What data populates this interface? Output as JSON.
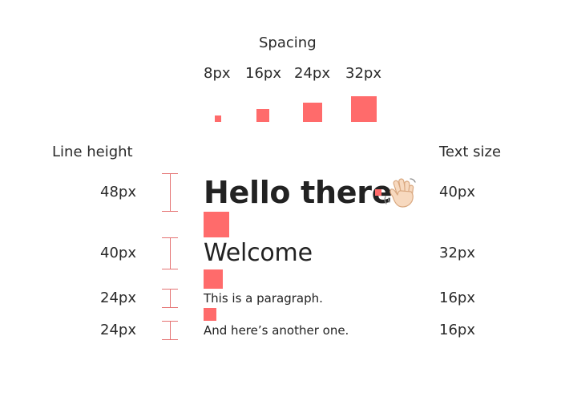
{
  "spacing": {
    "title": "Spacing",
    "sizes": [
      "8px",
      "16px",
      "24px",
      "32px"
    ]
  },
  "line_height": {
    "title": "Line height",
    "values": [
      "48px",
      "40px",
      "24px",
      "24px"
    ]
  },
  "text_size": {
    "title": "Text size",
    "values": [
      "40px",
      "32px",
      "16px",
      "16px"
    ]
  },
  "samples": {
    "heading1": "Hello there",
    "heading2": "Welcome",
    "paragraph1": "This is a paragraph.",
    "paragraph2": "And here’s another one."
  },
  "icons": {
    "wave": "waving-hand-icon"
  },
  "colors": {
    "accent": "#ff6b6b",
    "ruler": "#e57373",
    "text": "#222222"
  }
}
